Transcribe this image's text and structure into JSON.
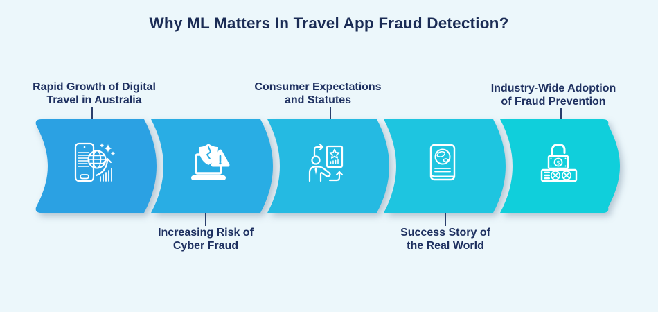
{
  "title": "Why ML Matters In Travel App Fraud Detection?",
  "steps": [
    {
      "label_line1": "Rapid Growth of Digital",
      "label_line2": "Travel in Australia",
      "position": "top",
      "color": "#2BA1E3",
      "icon": "digital-travel-growth-icon"
    },
    {
      "label_line1": "Increasing Risk of",
      "label_line2": "Cyber Fraud",
      "position": "bottom",
      "color": "#29ADE4",
      "icon": "cyber-fraud-laptop-icon"
    },
    {
      "label_line1": "Consumer Expectations",
      "label_line2": "and Statutes",
      "position": "top",
      "color": "#25BAE2",
      "icon": "consumer-expectations-icon"
    },
    {
      "label_line1": "Success Story of",
      "label_line2": "the Real World",
      "position": "bottom",
      "color": "#1EC5E0",
      "icon": "passport-globe-icon"
    },
    {
      "label_line1": "Industry-Wide Adoption",
      "label_line2": "of Fraud Prevention",
      "position": "top",
      "color": "#10CFDB",
      "icon": "fraud-prevention-lock-icon"
    }
  ],
  "colors": {
    "background": "#ECF7FB",
    "title_text": "#1B2C55",
    "label_text": "#1E3060",
    "connector": "#2A3E6C",
    "icon_stroke": "#FFFFFF"
  }
}
